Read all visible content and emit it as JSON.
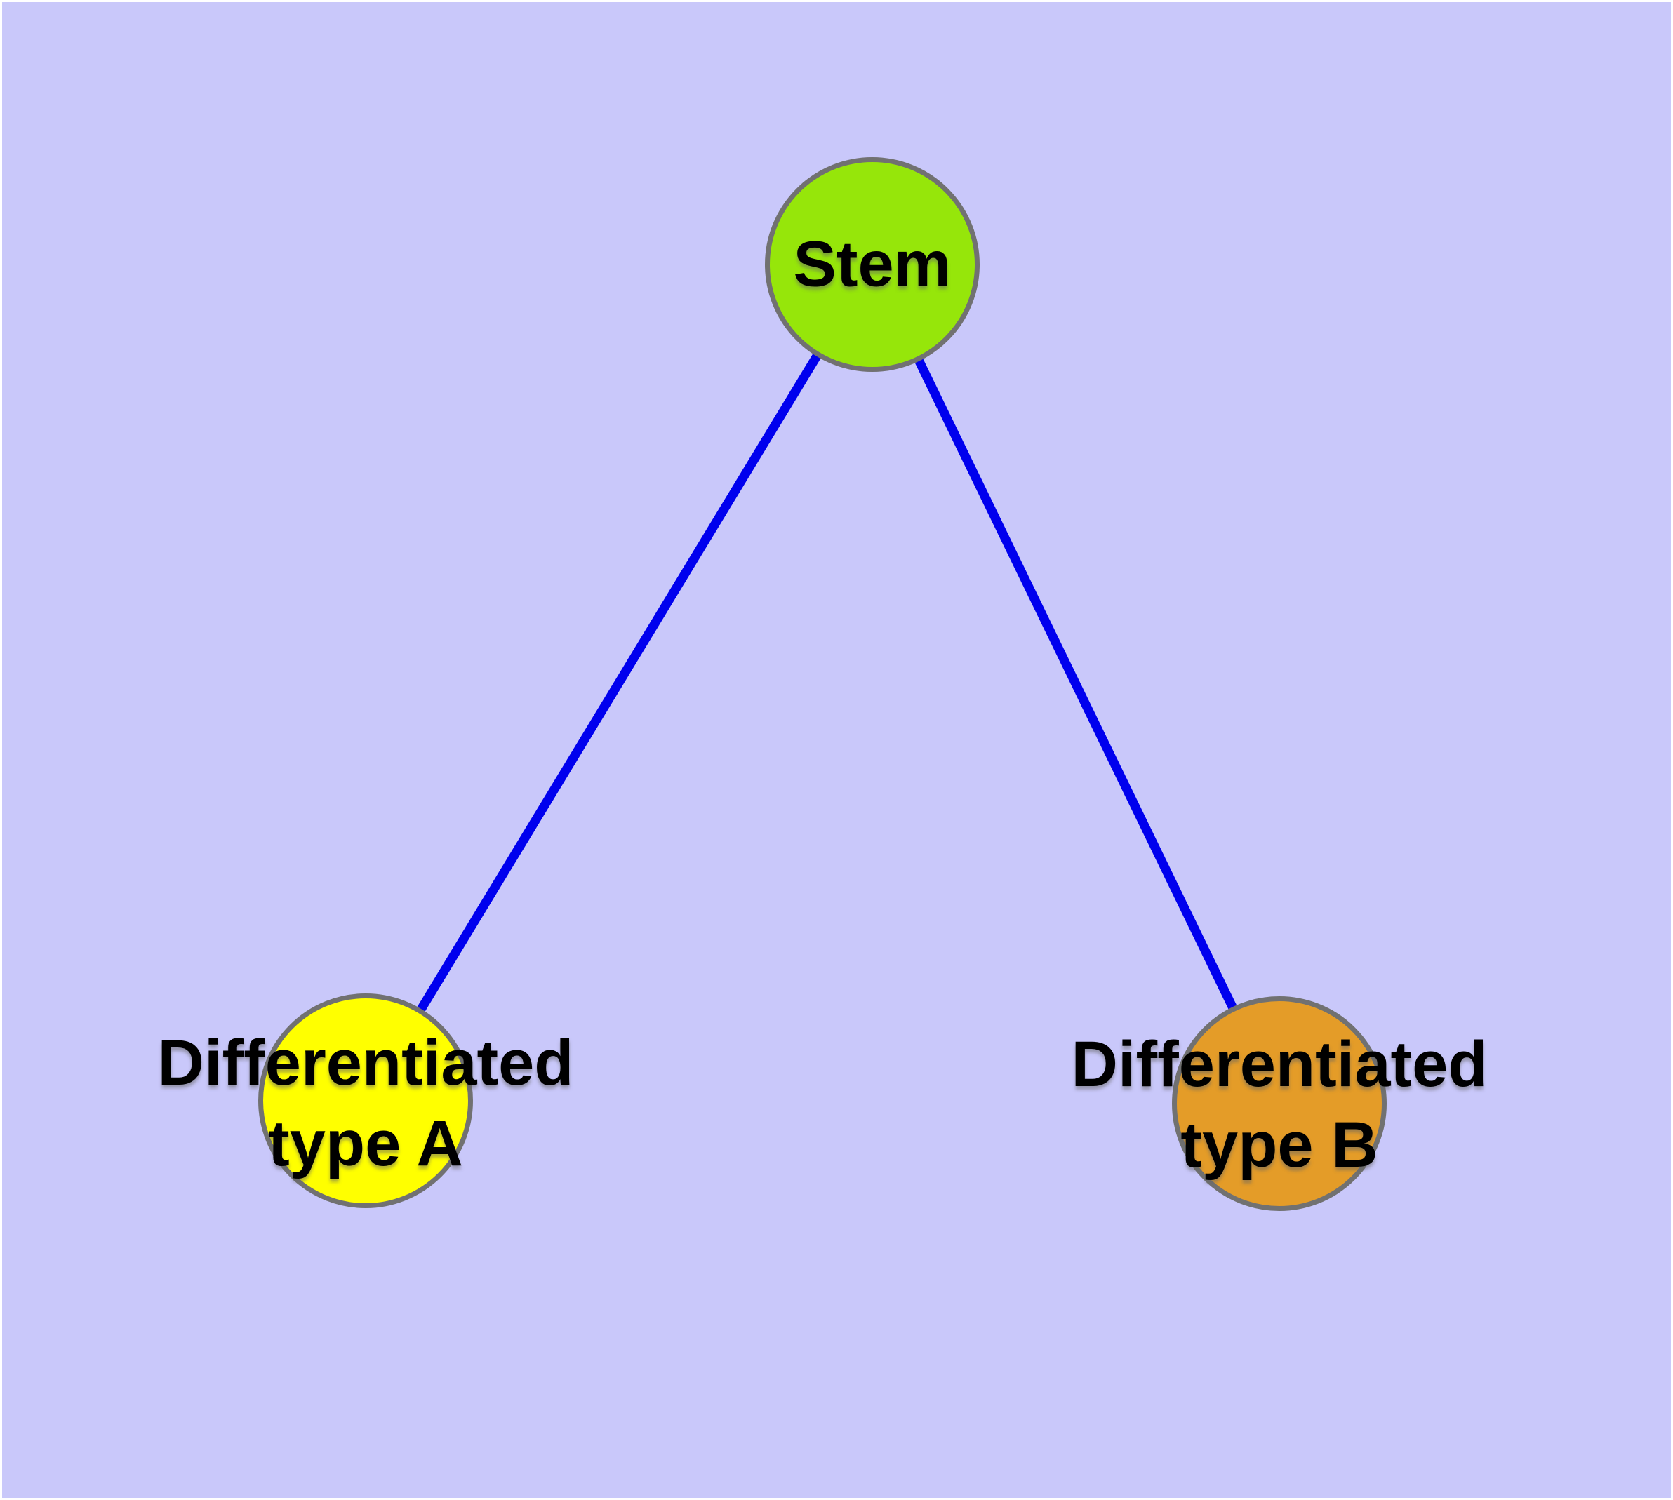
{
  "diagram": {
    "type": "graph",
    "colors": {
      "background": "#C9C8FA",
      "edge": "#0000EE",
      "node_border": "#717171",
      "label_text": "#000000",
      "frame": "#FFFFFF"
    },
    "nodes": [
      {
        "id": "stem",
        "label": "Stem",
        "label_lines": [
          "Stem"
        ],
        "fill": "#96E60A"
      },
      {
        "id": "type-a",
        "label": "Differentiated type A",
        "label_lines": [
          "Differentiated",
          "type A"
        ],
        "fill": "#FFFF00"
      },
      {
        "id": "type-b",
        "label": "Differentiated type B",
        "label_lines": [
          "Differentiated",
          "type B"
        ],
        "fill": "#E49C28"
      }
    ],
    "edges": [
      {
        "from": "stem",
        "to": "type-a"
      },
      {
        "from": "stem",
        "to": "type-b"
      }
    ]
  }
}
